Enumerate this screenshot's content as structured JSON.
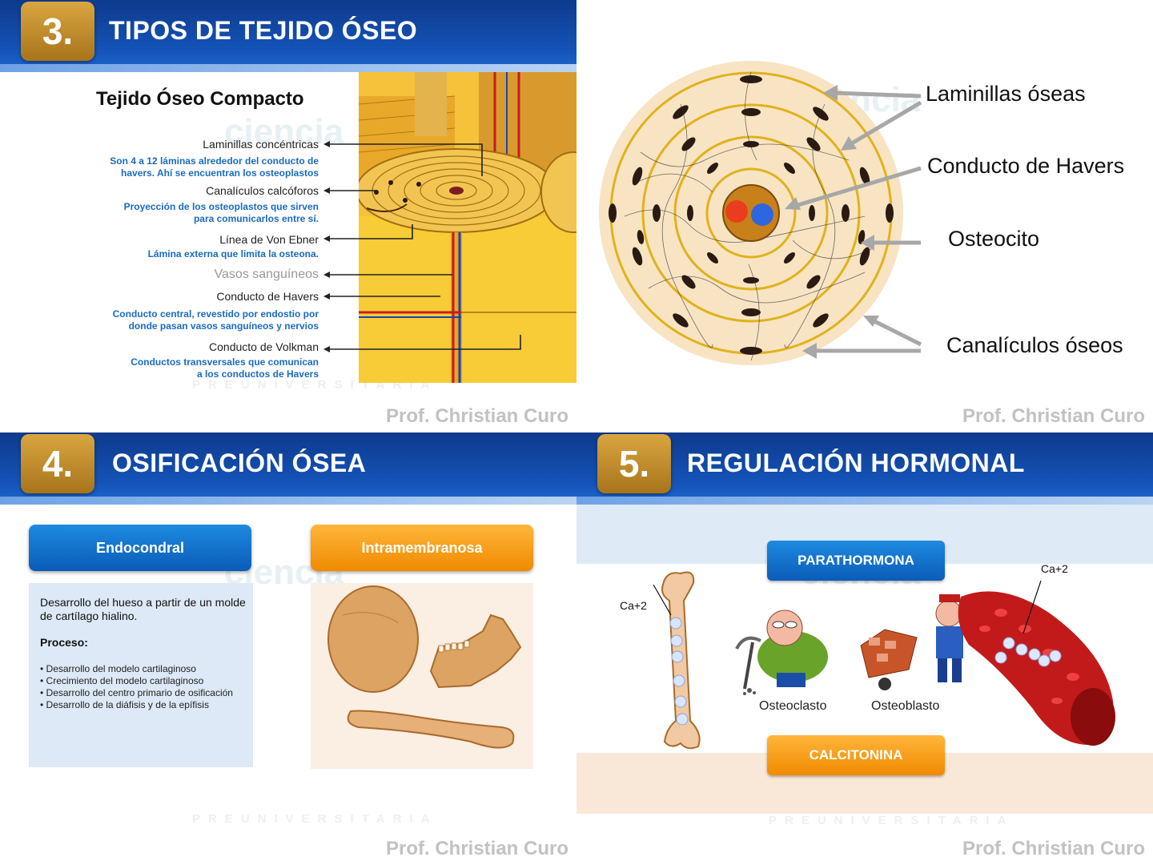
{
  "p1": {
    "num": "3.",
    "title": "TIPOS DE TEJIDO ÓSEO",
    "subtitle": "Tejido Óseo Compacto",
    "labels": [
      {
        "label": "Laminillas concéntricas",
        "desc1": "Son 4 a 12 láminas alrededor del conducto de",
        "desc2": "havers. Ahí se encuentran los osteoplastos"
      },
      {
        "label": "Canalículos calcóforos",
        "desc1": "Proyección de los osteoplastos  que sirven",
        "desc2": "para comunicarlos entre sí."
      },
      {
        "label": "Línea de Von Ebner",
        "desc1": "Lámina externa que limita la osteona.",
        "desc2": ""
      },
      {
        "label": "Vasos sanguíneos",
        "desc1": "",
        "desc2": ""
      },
      {
        "label": "Conducto de Havers",
        "desc1": "Conducto central, revestido por endostio por",
        "desc2": "donde pasan vasos sanguíneos y nervios"
      },
      {
        "label": "Conducto de Volkman",
        "desc1": "Conductos transversales que comunican",
        "desc2": "a los conductos de Havers"
      }
    ],
    "prof": "Prof. Christian Curo"
  },
  "p2": {
    "labels": [
      "Laminillas óseas",
      "Conducto de Havers",
      "Osteocito",
      "Canalículos óseos"
    ],
    "prof": "Prof. Christian Curo"
  },
  "p3": {
    "num": "4.",
    "title": "OSIFICACIÓN ÓSEA",
    "btn_left": "Endocondral",
    "btn_right": "Intramembranosa",
    "desc_line1": "Desarrollo del hueso a partir de un molde",
    "desc_line2": "de cartílago hialino.",
    "proceso": "Proceso:",
    "steps": [
      "Desarrollo del modelo cartilaginoso",
      "Crecimiento del modelo cartilaginoso",
      "Desarrollo del centro primario de osificación",
      "Desarrollo de la diáfisis y de la epífisis"
    ],
    "prof": "Prof. Christian Curo"
  },
  "p4": {
    "num": "5.",
    "title": "REGULACIÓN HORMONAL",
    "parathormona": "PARATHORMONA",
    "calcitonina": "CALCITONINA",
    "osteoclasto": "Osteoclasto",
    "osteoblasto": "Osteoblasto",
    "ca_left": "Ca+2",
    "ca_right": "Ca+2",
    "prof": "Prof. Christian Curo"
  },
  "watermark": {
    "word": "ciencia",
    "line": "PREUNIVERSITARIA"
  },
  "colors": {
    "header_blue": "#1553b8",
    "gold": "#c8922e",
    "orange": "#f39a12",
    "blue_button": "#0f6fcd"
  }
}
